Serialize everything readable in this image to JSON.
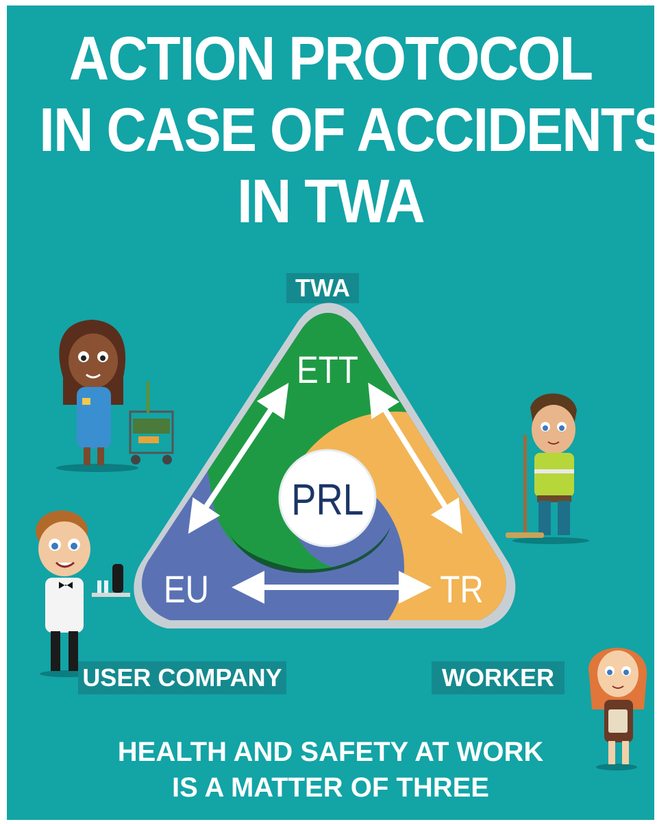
{
  "title": {
    "line1": "ACTION PROTOCOL",
    "line2": "IN CASE OF ACCIDENTS",
    "line3": "IN TWA"
  },
  "labels": {
    "twa": "TWA",
    "user_company": "USER COMPANY",
    "worker": "WORKER"
  },
  "diagram": {
    "top_node": "ETT",
    "left_node": "EU",
    "right_node": "TR",
    "center": "PRL"
  },
  "footer": {
    "line1": "HEALTH AND SAFETY AT WORK",
    "line2": "IS A MATTER OF THREE"
  },
  "colors": {
    "background": "#13a4a6",
    "green": "#1f9a44",
    "orange": "#f2b455",
    "blue": "#5a72b4",
    "label_bg": "#148a8f",
    "center_text": "#1c3566"
  }
}
